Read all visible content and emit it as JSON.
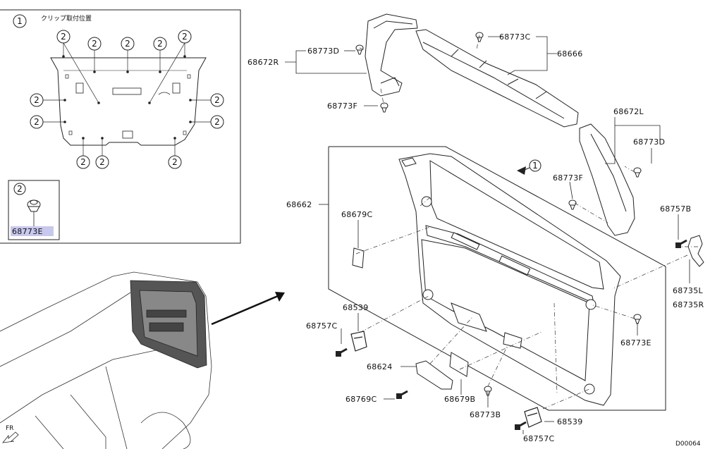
{
  "inset": {
    "callout_number": "1",
    "title": "クリップ取付位置",
    "clip_marker": "2",
    "legend_callout": "2",
    "legend_part": "68773E"
  },
  "main": {
    "ref_callout": "1",
    "direction_label": "FR",
    "diagram_code": "D00064"
  },
  "parts": {
    "p68672R": "68672R",
    "p68773D_a": "68773D",
    "p68773C_a": "68773C",
    "p68666": "68666",
    "p68773F_a": "68773F",
    "p68672L": "68672L",
    "p68773D_b": "68773D",
    "p68773F_b": "68773F",
    "p68662": "68662",
    "p68679C": "68679C",
    "p68757B": "68757B",
    "p68735L": "68735L",
    "p68735R": "68735R",
    "p68539_a": "68539",
    "p68757C_a": "68757C",
    "p68773E": "68773E",
    "p68624": "68624",
    "p68769C": "68769C",
    "p68679B": "68679B",
    "p68773B": "68773B",
    "p68539_b": "68539",
    "p68757C_b": "68757C"
  },
  "colors": {
    "line": "#222222",
    "legend_highlight": "#c8c8ee"
  }
}
